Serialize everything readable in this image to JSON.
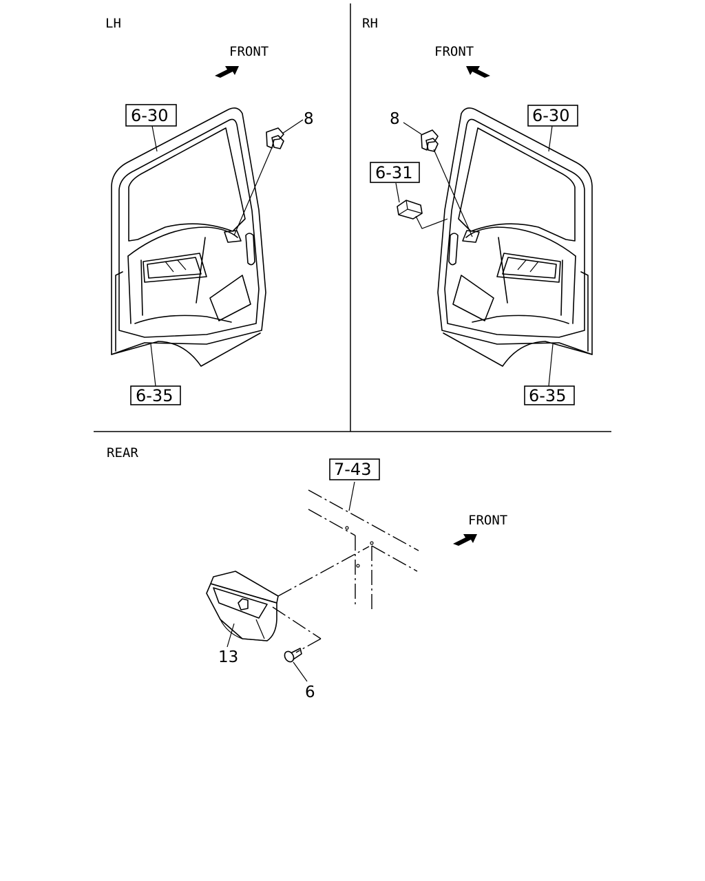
{
  "panels": {
    "lh": {
      "label": "LH",
      "front": "FRONT",
      "refs": [
        "6-30",
        "6-35"
      ],
      "callouts": [
        "8"
      ]
    },
    "rh": {
      "label": "RH",
      "front": "FRONT",
      "refs": [
        "6-30",
        "6-31",
        "6-35"
      ],
      "callouts": [
        "8"
      ]
    },
    "rear": {
      "label": "REAR",
      "front": "FRONT",
      "refs": [
        "7-43"
      ],
      "callouts": [
        "13",
        "6"
      ]
    }
  }
}
